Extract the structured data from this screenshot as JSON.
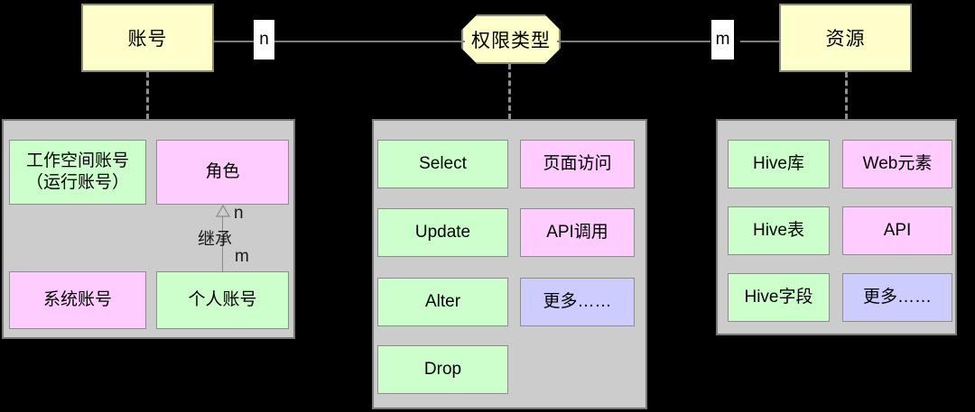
{
  "diagram": {
    "title": "",
    "colors": {
      "entity_fill": "#ffffcc",
      "panel_fill": "#cccccc",
      "green_fill": "#ccffcc",
      "pink_fill": "#ffccff",
      "purple_fill": "#ccccff",
      "line": "#7f7f7f",
      "background": "#000000"
    },
    "entities": {
      "account": {
        "label": "账号"
      },
      "relation": {
        "label": "权限类型"
      },
      "resource": {
        "label": "资源"
      }
    },
    "cardinality": {
      "left": "n",
      "right": "m"
    },
    "account_panel": {
      "items": [
        {
          "label": "工作空间账号\n（运行账号）",
          "color": "green"
        },
        {
          "label": "角色",
          "color": "pink"
        },
        {
          "label": "系统账号",
          "color": "pink"
        },
        {
          "label": "个人账号",
          "color": "green"
        }
      ],
      "inheritance": {
        "caption": "继承",
        "top_cardinality": "n",
        "bottom_cardinality": "m"
      }
    },
    "permission_panel": {
      "items": [
        {
          "label": "Select",
          "color": "green"
        },
        {
          "label": "页面访问",
          "color": "pink"
        },
        {
          "label": "Update",
          "color": "green"
        },
        {
          "label": "API调用",
          "color": "pink"
        },
        {
          "label": "Alter",
          "color": "green"
        },
        {
          "label": "更多……",
          "color": "purple"
        },
        {
          "label": "Drop",
          "color": "green"
        }
      ]
    },
    "resource_panel": {
      "items": [
        {
          "label": "Hive库",
          "color": "green"
        },
        {
          "label": "Web元素",
          "color": "pink"
        },
        {
          "label": "Hive表",
          "color": "green"
        },
        {
          "label": "API",
          "color": "pink"
        },
        {
          "label": "Hive字段",
          "color": "green"
        },
        {
          "label": "更多……",
          "color": "purple"
        }
      ]
    }
  }
}
